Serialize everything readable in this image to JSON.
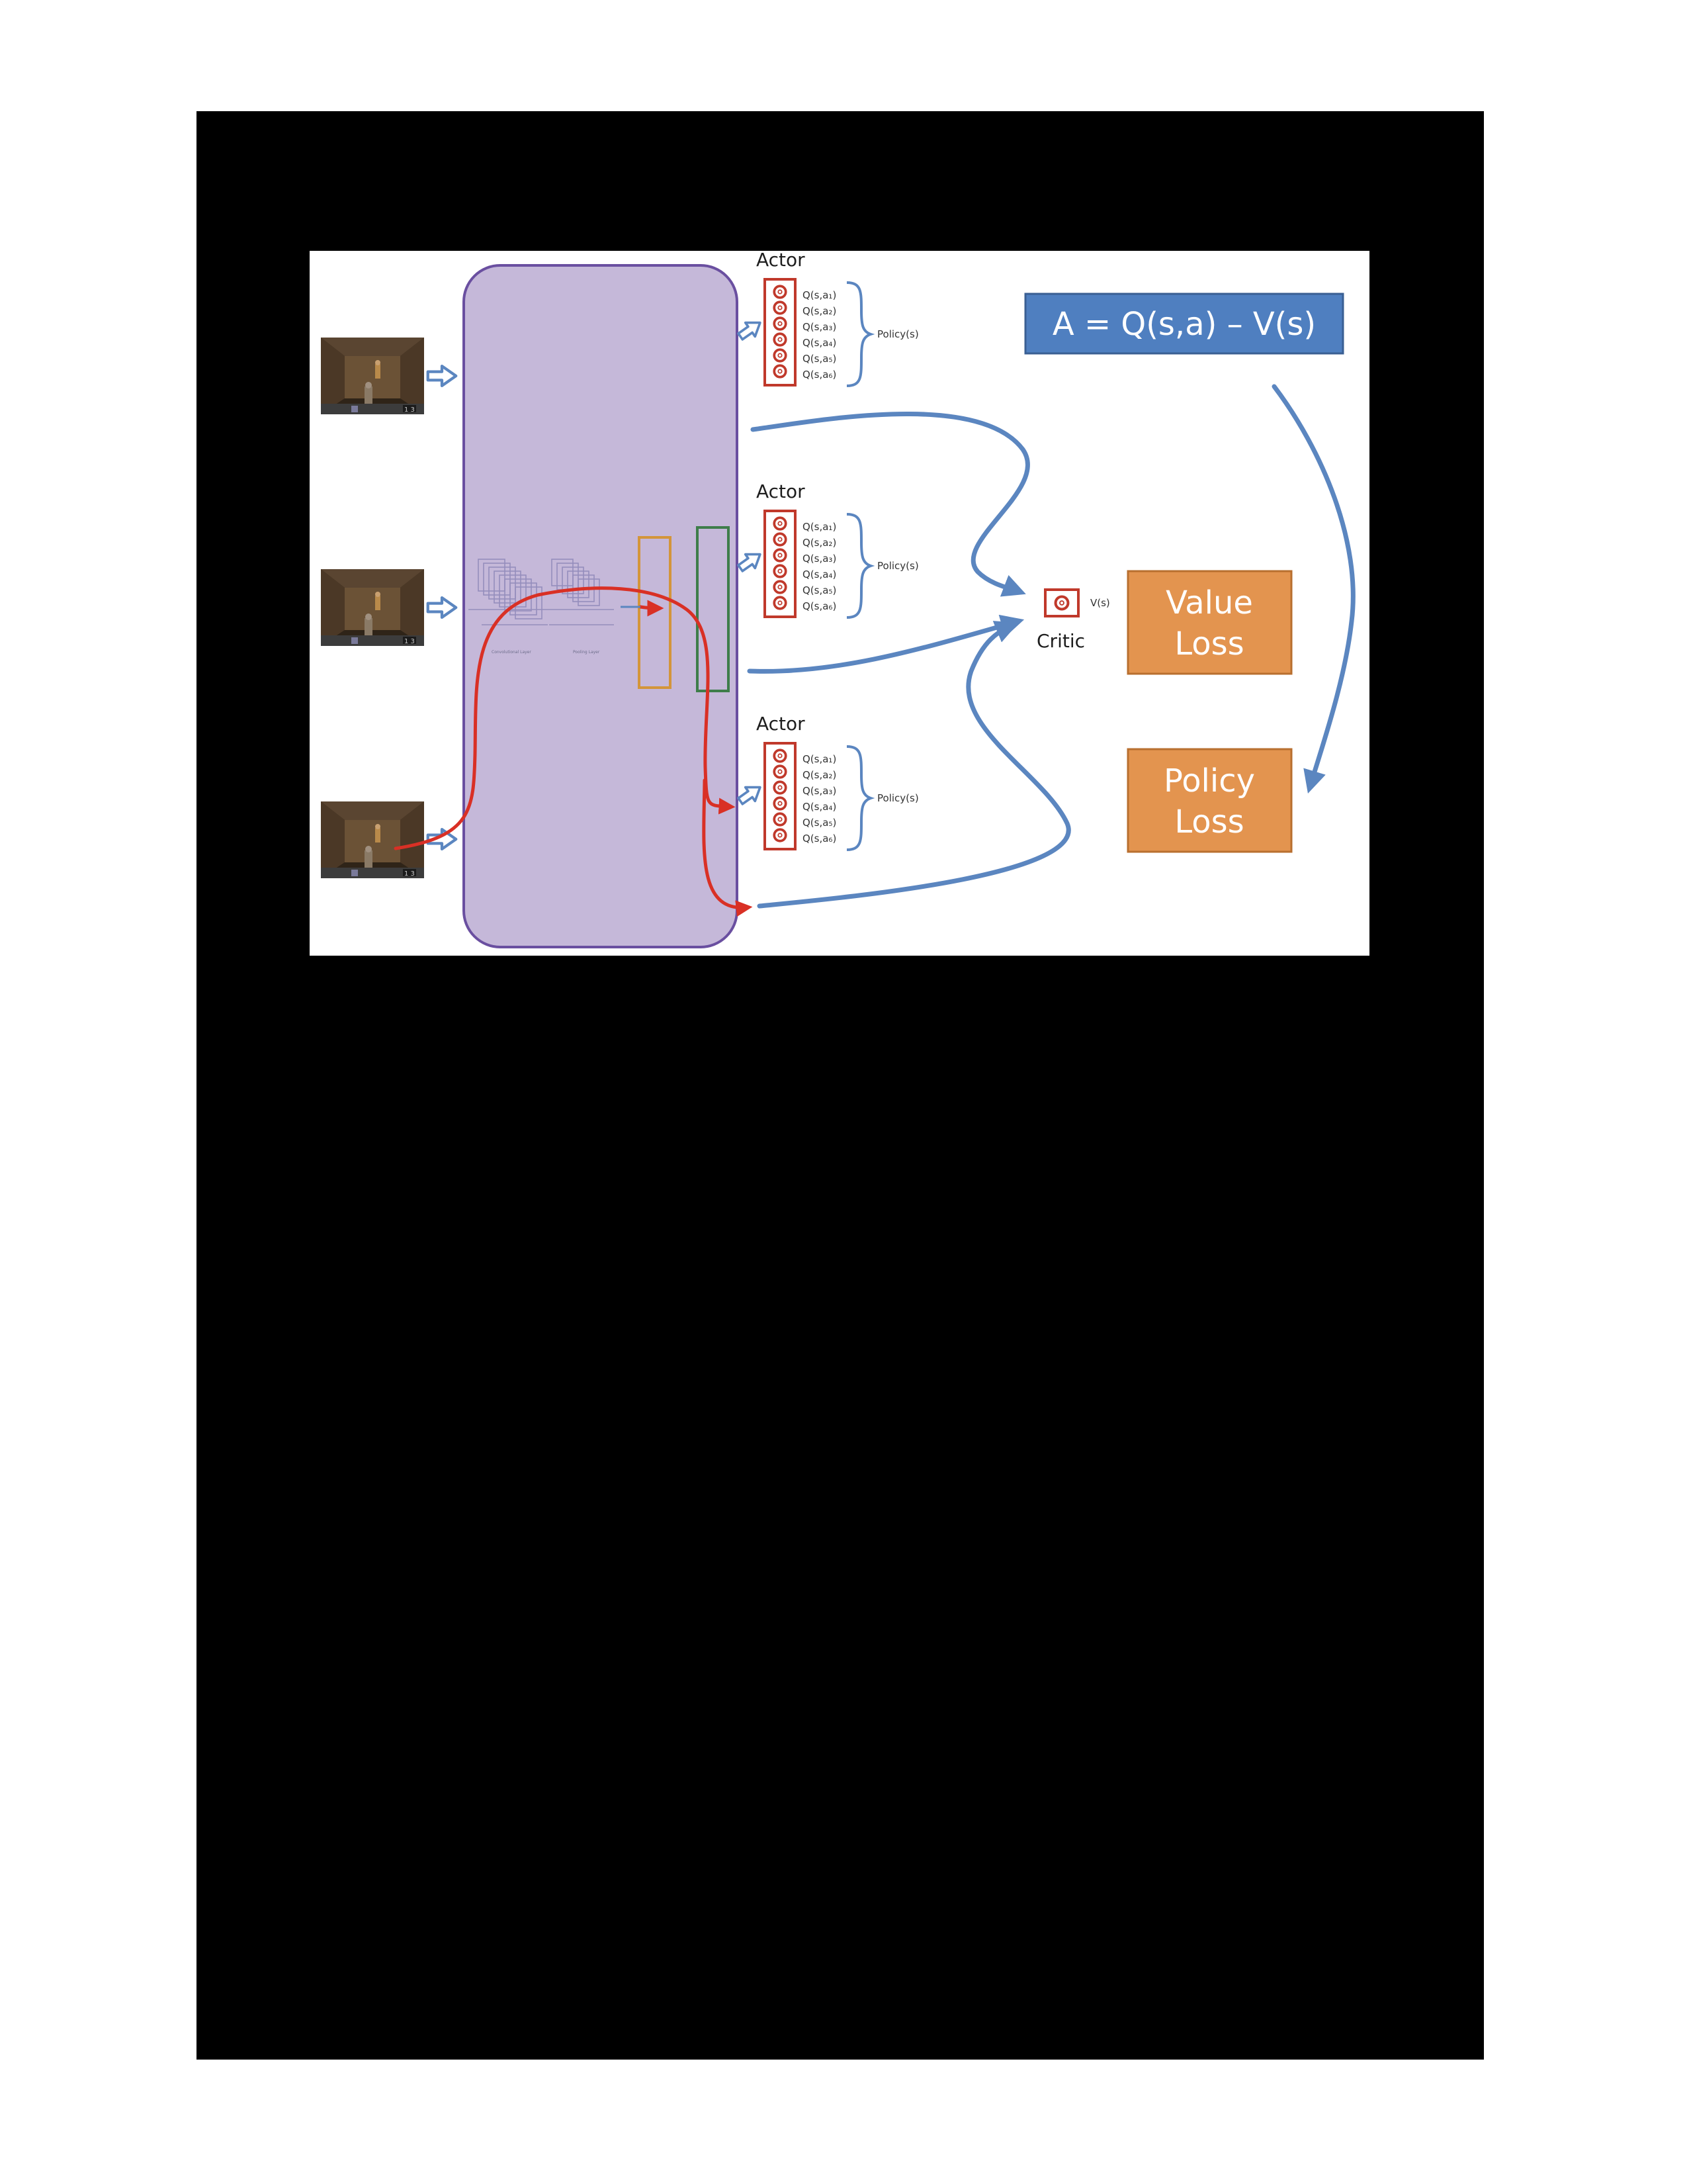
{
  "colors": {
    "page_background": "#ffffff",
    "frame": "#000000",
    "figure_background": "#ffffff",
    "shared_network": "#c5b8d9",
    "shared_network_border": "#6a4fa0",
    "gradient_path": "#d93025",
    "flow_arrow": "#5b86c0",
    "advantage_box": "#4f7fc0",
    "loss_box": "#e3944f",
    "output_unit": "#c0392b",
    "orange_layer": "#d3953a",
    "green_layer": "#3e7d4a"
  },
  "icons": {
    "input_frame": "game-screenshot-icon",
    "hollow_arrow": "hollow-arrow-icon",
    "output_unit": "ring-node-icon",
    "brace": "curly-brace-icon"
  },
  "diagram": {
    "actors": [
      {
        "label": "Actor",
        "q_values": [
          "Q(s,a₁)",
          "Q(s,a₂)",
          "Q(s,a₃)",
          "Q(s,a₄)",
          "Q(s,a₅)",
          "Q(s,a₆)"
        ],
        "policy_label": "Policy(s)"
      },
      {
        "label": "Actor",
        "q_values": [
          "Q(s,a₁)",
          "Q(s,a₂)",
          "Q(s,a₃)",
          "Q(s,a₄)",
          "Q(s,a₅)",
          "Q(s,a₆)"
        ],
        "policy_label": "Policy(s)"
      },
      {
        "label": "Actor",
        "q_values": [
          "Q(s,a₁)",
          "Q(s,a₂)",
          "Q(s,a₃)",
          "Q(s,a₄)",
          "Q(s,a₅)",
          "Q(s,a₆)"
        ],
        "policy_label": "Policy(s)"
      }
    ],
    "critic": {
      "label": "Critic",
      "value_label": "V(s)"
    },
    "advantage_formula": "A = Q(s,a) – V(s)",
    "value_loss": {
      "line1": "Value",
      "line2": "Loss"
    },
    "policy_loss": {
      "line1": "Policy",
      "line2": "Loss"
    },
    "conv_caption_left": "Convolutional Layer",
    "conv_caption_right": "Pooling Layer"
  }
}
